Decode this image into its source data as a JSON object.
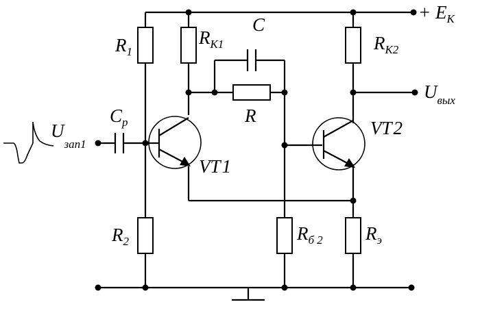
{
  "labels": {
    "ek": "+ E",
    "ek_sub": "К",
    "r1": "R",
    "r1_sub": "1",
    "rk1": "R",
    "rk1_sub": "К1",
    "c": "C",
    "r": "R",
    "rk2": "R",
    "rk2_sub": "К2",
    "uout": "U",
    "uout_sub": "вых",
    "cp": "C",
    "cp_sub": "р",
    "uin": "U",
    "uin_sub": "зап1",
    "vt1": "VT",
    "vt1_num": "1",
    "vt2": "VT",
    "vt2_num": "2",
    "r2": "R",
    "r2_sub": "2",
    "rb2": "R",
    "rb2_sub": "б 2",
    "re": "R",
    "re_sub": "э"
  }
}
